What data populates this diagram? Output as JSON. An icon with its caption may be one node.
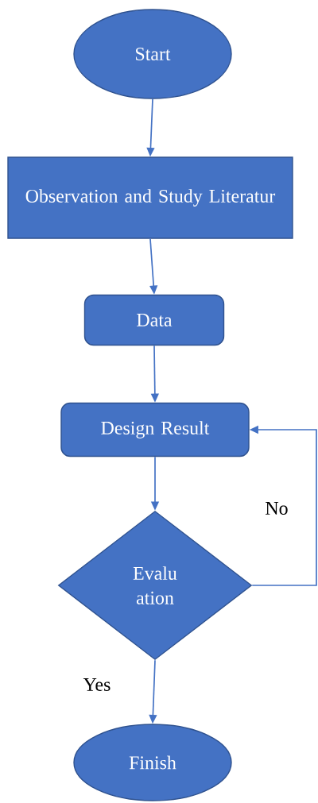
{
  "diagram": {
    "nodes": [
      {
        "text": [
          "Start"
        ]
      },
      {
        "text": [
          "Observation and Study Literatur"
        ]
      },
      {
        "text": [
          "Data"
        ]
      },
      {
        "text": [
          "Design Result"
        ]
      },
      {
        "text": [
          "Evalu ation"
        ]
      },
      {
        "text": [
          "Finish"
        ]
      }
    ],
    "edges": [
      {
        "from": 0,
        "to": 1,
        "arrow": "to"
      },
      {
        "from": 1,
        "to": 2,
        "arrow": "to"
      },
      {
        "from": 2,
        "to": 3,
        "arrow": "to"
      },
      {
        "from": 3,
        "to": 4,
        "arrow": "to"
      },
      {
        "from": 4,
        "to": 5,
        "arrow": "to",
        "label": "Yes"
      },
      {
        "from": 4,
        "to": 3,
        "arrow": "to",
        "label": "No"
      }
    ]
  }
}
